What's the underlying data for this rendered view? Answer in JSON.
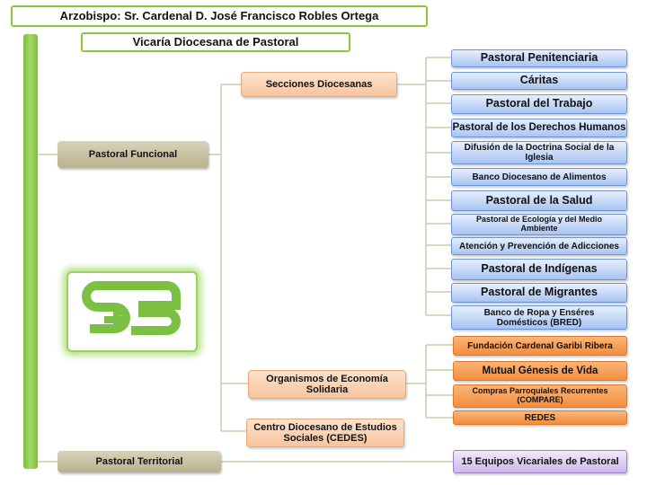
{
  "header": {
    "archbishop": "Arzobispo: Sr. Cardenal D. José Francisco Robles Ortega",
    "vicariate": "Vicaría Diocesana de Pastoral"
  },
  "left": {
    "funcional": "Pastoral Funcional",
    "territorial": "Pastoral Territorial",
    "logo_icon": "diocese-logo-icon"
  },
  "middle": {
    "secciones": "Secciones Diocesanas",
    "organismos": "Organismos de Economía Solidaria",
    "cedes": "Centro Diocesano de Estudios Sociales (CEDES)"
  },
  "secciones_items": [
    "Pastoral Penitenciaria",
    "Cáritas",
    "Pastoral del Trabajo",
    "Pastoral de los Derechos Humanos",
    "Difusión de la Doctrina Social de la Iglesia",
    "Banco Diocesano de Alimentos",
    "Pastoral de la Salud",
    "Pastoral de Ecología y del Medio Ambiente",
    "Atención y Prevención de Adicciones",
    "Pastoral de Indígenas",
    "Pastoral de Migrantes",
    "Banco de Ropa y Enséres Domésticos (BRED)"
  ],
  "organismos_items": [
    "Fundación Cardenal Garibi Ribera",
    "Mutual Génesis de Vida",
    "Compras Parroquiales Recurrentes (COMPARE)",
    "REDES"
  ],
  "territorial_item": "15 Equipos Vicariales de Pastoral",
  "colors": {
    "line": "#c8ceb0",
    "green": "#8cc63f",
    "blue": "#a8c4f2",
    "orange": "#f28d3d"
  }
}
